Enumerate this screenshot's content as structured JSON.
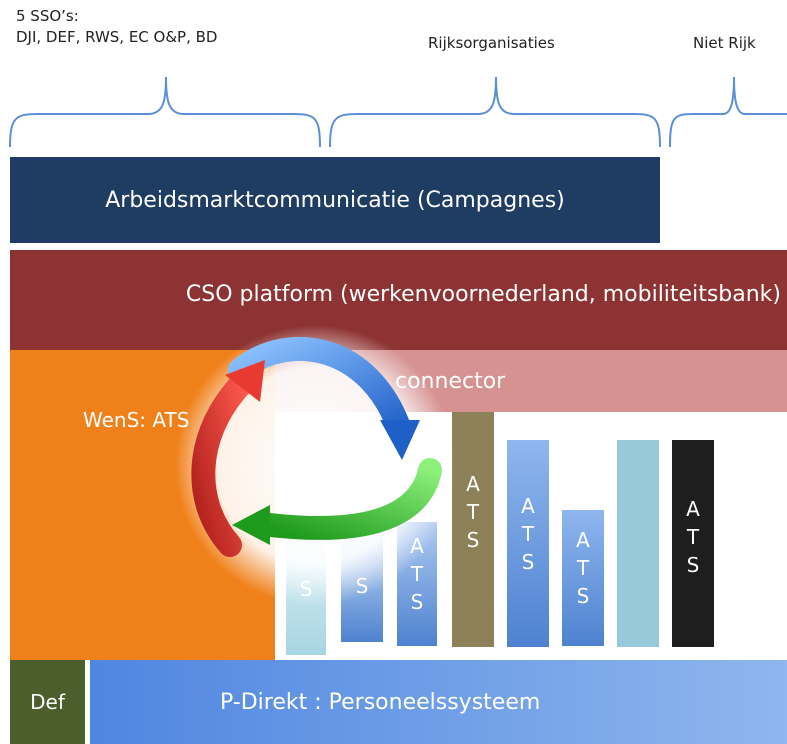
{
  "headers": {
    "sso_line1": "5 SSO’s:",
    "sso_line2": "DJI, DEF, RWS, EC O&P, BD",
    "rijk": "Rijksorganisaties",
    "nietrijk": "Niet Rijk"
  },
  "bands": {
    "campagnes": "Arbeidsmarktcommunicatie (Campagnes)",
    "cso": "CSO platform (werkenvoornederland, mobiliteitsbank)",
    "connector": "connector",
    "wens": "WenS: ATS",
    "def": "Def",
    "pdirekt": "P-Direkt : Personeelssysteem"
  },
  "bars": [
    {
      "letters": [
        "S"
      ]
    },
    {
      "letters": [
        "S"
      ]
    },
    {
      "letters": [
        "A",
        "T",
        "S"
      ]
    },
    {
      "letters": [
        "A",
        "T",
        "S"
      ]
    },
    {
      "letters": [
        "A",
        "T",
        "S"
      ]
    },
    {
      "letters": [
        "A",
        "T",
        "S"
      ]
    },
    {
      "letters": []
    },
    {
      "letters": [
        "A",
        "T",
        "S"
      ]
    }
  ],
  "colors": {
    "campagnes": "#1f3c62",
    "cso": "#8e3333",
    "connector": "#d59291",
    "wens": "#f08019",
    "def": "#4b5e2c",
    "pdirekt": "#6e9fe9",
    "olive": "#8c8158",
    "lightblue": "#97c9da",
    "blue": "#5b8fd6",
    "black": "#1e1e1e"
  },
  "icons": {
    "cycle": "cycle-arrows-icon"
  }
}
